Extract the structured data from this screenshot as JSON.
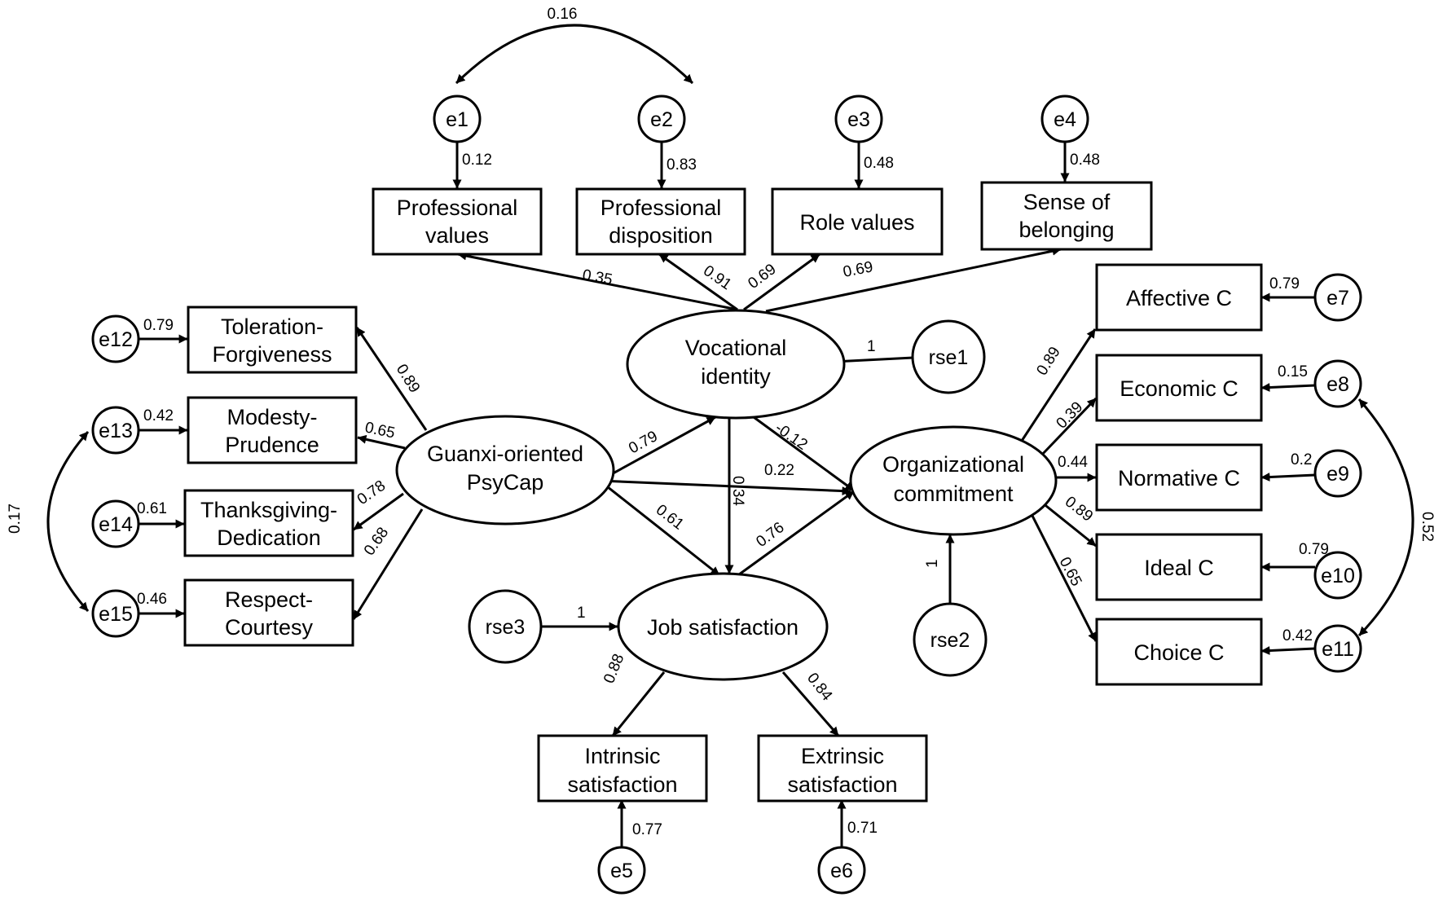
{
  "nodes": {
    "professional_values": [
      "Professional",
      "values"
    ],
    "professional_disposition": [
      "Professional",
      "disposition"
    ],
    "role_values": [
      "Role values"
    ],
    "sense_of_belonging": [
      "Sense of",
      "belonging"
    ],
    "toleration_forgiveness": [
      "Toleration-",
      "Forgiveness"
    ],
    "modesty_prudence": [
      "Modesty-",
      "Prudence"
    ],
    "thanksgiving_dedication": [
      "Thanksgiving-",
      "Dedication"
    ],
    "respect_courtesy": [
      "Respect-",
      "Courtesy"
    ],
    "affective_c": [
      "Affective C"
    ],
    "economic_c": [
      "Economic C"
    ],
    "normative_c": [
      "Normative C"
    ],
    "ideal_c": [
      "Ideal C"
    ],
    "choice_c": [
      "Choice C"
    ],
    "intrinsic_satisfaction": [
      "Intrinsic",
      "satisfaction"
    ],
    "extrinsic_satisfaction": [
      "Extrinsic",
      "satisfaction"
    ],
    "vocational_identity": [
      "Vocational",
      "identity"
    ],
    "guanxi_psycap": [
      "Guanxi-oriented",
      "PsyCap"
    ],
    "organizational_commitment": [
      "Organizational",
      "commitment"
    ],
    "job_satisfaction": [
      "Job satisfaction"
    ],
    "e1": "e1",
    "e2": "e2",
    "e3": "e3",
    "e4": "e4",
    "e5": "e5",
    "e6": "e6",
    "e7": "e7",
    "e8": "e8",
    "e9": "e9",
    "e10": "e10",
    "e11": "e11",
    "e12": "e12",
    "e13": "e13",
    "e14": "e14",
    "e15": "e15",
    "rse1": "rse1",
    "rse2": "rse2",
    "rse3": "rse3"
  },
  "coefficients": {
    "cov_e1_e2": "0.16",
    "e1_professional_values": "0.12",
    "e2_professional_disposition": "0.83",
    "e3_role_values": "0.48",
    "e4_sense_of_belonging": "0.48",
    "vi_professional_values": "0.35",
    "vi_professional_disposition": "0.91",
    "vi_role_values": "0.69",
    "vi_sense_of_belonging": "0.69",
    "rse1_vi": "1",
    "e12_toleration": "0.79",
    "e13_modesty": "0.42",
    "e14_thanksgiving": "0.61",
    "e15_respect": "0.46",
    "cov_e13_e15": "0.17",
    "gp_toleration": "0.89",
    "gp_modesty": "0.65",
    "gp_thanksgiving": "0.78",
    "gp_respect": "0.68",
    "gp_vi": "0.79",
    "gp_oc": "0.22",
    "gp_js": "0.61",
    "vi_oc": "-0.12",
    "vi_js": "0.34",
    "js_oc": "0.76",
    "rse3_js": "1",
    "rse2_oc": "1",
    "oc_affective": "0.89",
    "oc_economic": "0.39",
    "oc_normative": "0.44",
    "oc_ideal": "0.89",
    "oc_choice": "0.65",
    "e7_affective": "0.79",
    "e8_economic": "0.15",
    "e9_normative": "0.2",
    "e10_ideal": "0.79",
    "e11_choice": "0.42",
    "cov_e8_e11": "0.52",
    "js_intrinsic": "0.88",
    "js_extrinsic": "0.84",
    "e5_intrinsic": "0.77",
    "e6_extrinsic": "0.71"
  }
}
